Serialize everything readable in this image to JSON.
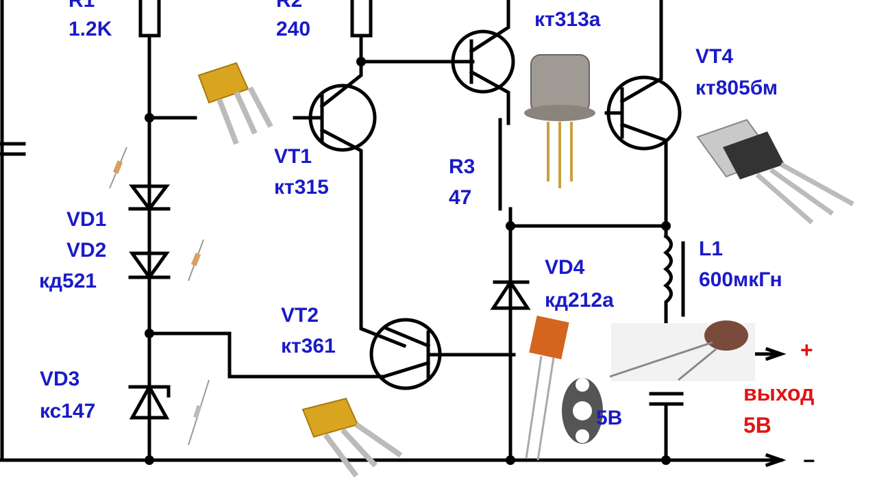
{
  "title": "Схема стабилизатора 5В",
  "labels": {
    "r1_name": "R1",
    "r1_value": "1.2K",
    "r2_name": "R2",
    "r2_value": "240",
    "vt3_type": "кт313а",
    "vt4_name": "VT4",
    "vt4_type": "кт805бм",
    "vt1_name": "VT1",
    "vt1_type": "кт315",
    "r3_name": "R3",
    "r3_value": "47",
    "vd1_name": "VD1",
    "vd2_name": "VD2",
    "vd12_type": "кд521",
    "l1_name": "L1",
    "l1_value": "600мкГн",
    "vd4_name": "VD4",
    "vd4_type": "кд212а",
    "vt2_name": "VT2",
    "vt2_type": "кт361",
    "vd3_name": "VD3",
    "vd3_type": "кс147",
    "partial_label": "5В",
    "output_label": "выход",
    "output_voltage": "5В",
    "plus": "+",
    "minus": "−"
  },
  "colors": {
    "label": "#1a1ac8",
    "output": "#e01515",
    "wire": "#000000"
  }
}
